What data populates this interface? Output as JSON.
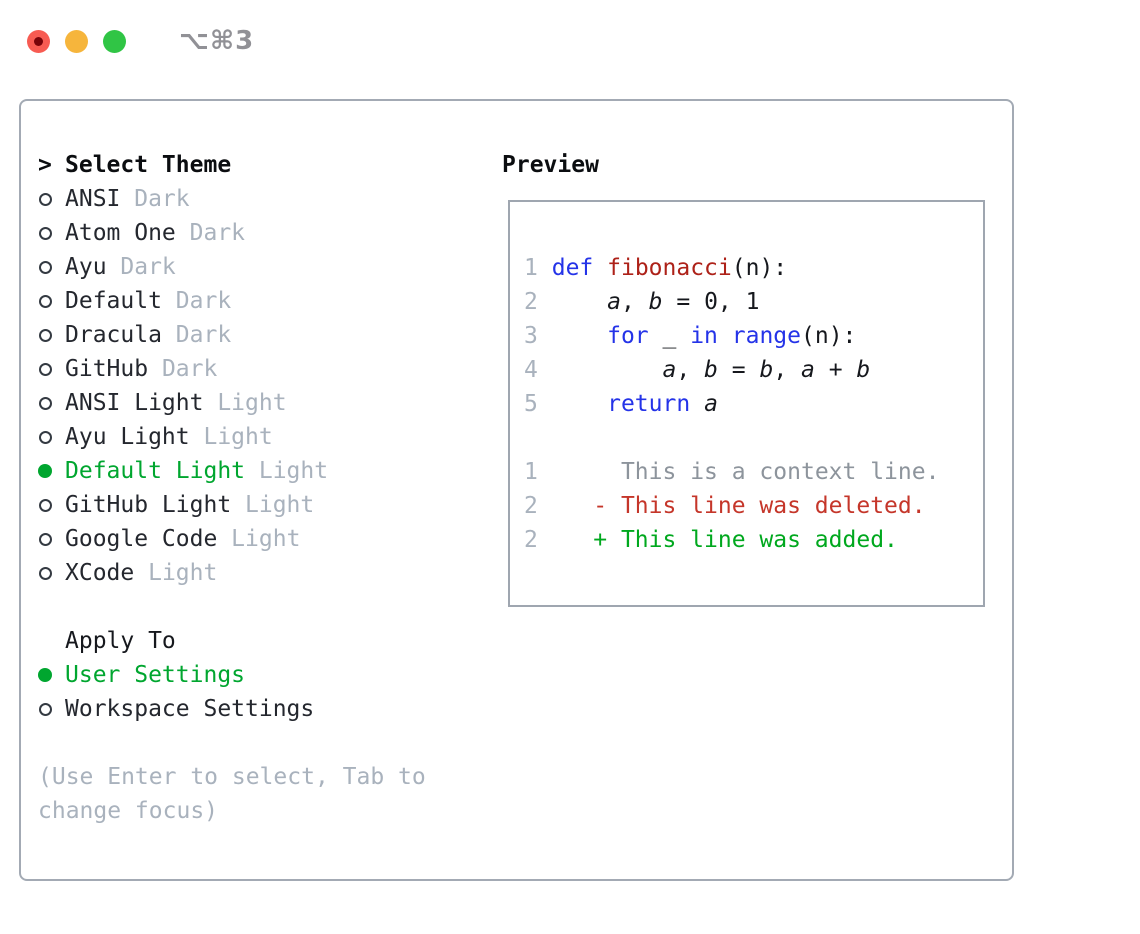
{
  "window": {
    "title": "⌥⌘3",
    "traffic_lights": [
      "close",
      "minimize",
      "zoom"
    ]
  },
  "colors": {
    "accent_green": "#00a62f",
    "muted_gray": "#a9b2bd",
    "keyword_blue": "#2433e8",
    "function_red": "#ad2118",
    "diff_deleted_red": "#c5362a",
    "diff_added_green": "#00a81e",
    "panel_border": "#a3aab4",
    "traffic_red": "#f75b52",
    "traffic_yellow": "#f6b53c",
    "traffic_green": "#30c545"
  },
  "theme_picker": {
    "header_prefix": ">",
    "header_label": "Select Theme",
    "options": [
      {
        "name": "ANSI",
        "variant": "Dark",
        "selected": false
      },
      {
        "name": "Atom One",
        "variant": "Dark",
        "selected": false
      },
      {
        "name": "Ayu",
        "variant": "Dark",
        "selected": false
      },
      {
        "name": "Default",
        "variant": "Dark",
        "selected": false
      },
      {
        "name": "Dracula",
        "variant": "Dark",
        "selected": false
      },
      {
        "name": "GitHub",
        "variant": "Dark",
        "selected": false
      },
      {
        "name": "ANSI Light",
        "variant": "Light",
        "selected": false
      },
      {
        "name": "Ayu Light",
        "variant": "Light",
        "selected": false
      },
      {
        "name": "Default Light",
        "variant": "Light",
        "selected": true
      },
      {
        "name": "GitHub Light",
        "variant": "Light",
        "selected": false
      },
      {
        "name": "Google Code",
        "variant": "Light",
        "selected": false
      },
      {
        "name": "XCode",
        "variant": "Light",
        "selected": false
      }
    ]
  },
  "apply_to": {
    "header": "Apply To",
    "options": [
      {
        "label": "User Settings",
        "selected": true
      },
      {
        "label": "Workspace Settings",
        "selected": false
      }
    ]
  },
  "hint": "(Use Enter to select, Tab to\nchange focus)",
  "preview": {
    "title": "Preview",
    "lines": [
      [
        {
          "t": "1",
          "s": "ln"
        },
        {
          "t": " "
        },
        {
          "t": "def",
          "s": "kw"
        },
        {
          "t": " "
        },
        {
          "t": "fibonacci",
          "s": "fn"
        },
        {
          "t": "(n):"
        }
      ],
      [
        {
          "t": "2",
          "s": "ln"
        },
        {
          "t": "     "
        },
        {
          "t": "a",
          "s": "var"
        },
        {
          "t": ", "
        },
        {
          "t": "b",
          "s": "var"
        },
        {
          "t": " = 0, 1"
        }
      ],
      [
        {
          "t": "3",
          "s": "ln"
        },
        {
          "t": "     "
        },
        {
          "t": "for",
          "s": "kw"
        },
        {
          "t": " _ "
        },
        {
          "t": "in",
          "s": "kw"
        },
        {
          "t": " "
        },
        {
          "t": "range",
          "s": "kw"
        },
        {
          "t": "(n):"
        }
      ],
      [
        {
          "t": "4",
          "s": "ln"
        },
        {
          "t": "         "
        },
        {
          "t": "a",
          "s": "var"
        },
        {
          "t": ", "
        },
        {
          "t": "b",
          "s": "var"
        },
        {
          "t": " = "
        },
        {
          "t": "b",
          "s": "var"
        },
        {
          "t": ", "
        },
        {
          "t": "a",
          "s": "var"
        },
        {
          "t": " + "
        },
        {
          "t": "b",
          "s": "var"
        }
      ],
      [
        {
          "t": "5",
          "s": "ln"
        },
        {
          "t": "     "
        },
        {
          "t": "return",
          "s": "kw"
        },
        {
          "t": " "
        },
        {
          "t": "a",
          "s": "var"
        }
      ],
      [],
      [
        {
          "t": "1",
          "s": "ln"
        },
        {
          "t": "      "
        },
        {
          "t": "This is a context line.",
          "s": "ctx"
        }
      ],
      [
        {
          "t": "2",
          "s": "ln"
        },
        {
          "t": "    "
        },
        {
          "t": "- This line was deleted.",
          "s": "del"
        }
      ],
      [
        {
          "t": "2",
          "s": "ln"
        },
        {
          "t": "    "
        },
        {
          "t": "+ This line was added.",
          "s": "add"
        }
      ]
    ]
  }
}
